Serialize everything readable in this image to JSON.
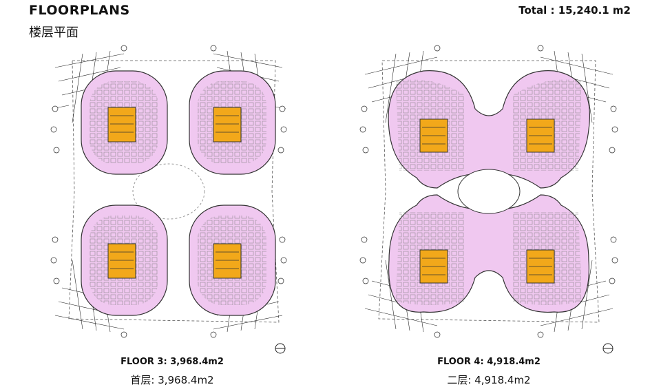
{
  "header": {
    "title": "FLOORPLANS",
    "subtitle": "楼层平面",
    "total": "Total : 15,240.1 m2"
  },
  "plans": [
    {
      "label_en": "FLOOR 3: 3,968.4m2",
      "label_cn": "首层:  3,968.4m2"
    },
    {
      "label_en": "FLOOR 4: 4,918.4m2",
      "label_cn": "二层:  4,918.4m2"
    }
  ],
  "colors": {
    "slab": "#f0c8f0",
    "core": "#f2a81a",
    "line": "#333333"
  }
}
